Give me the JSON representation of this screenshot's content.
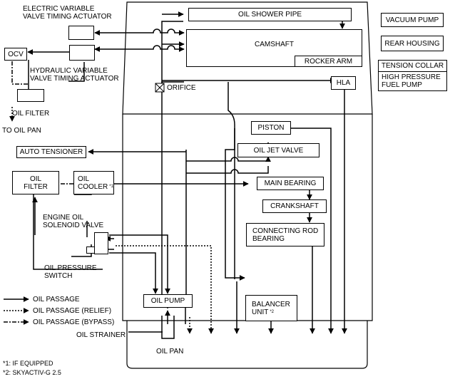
{
  "boxes": {
    "oil_shower_pipe": "OIL SHOWER PIPE",
    "camshaft": "CAMSHAFT",
    "rocker_arm": "ROCKER ARM",
    "ocv": "OCV",
    "hla": "HLA",
    "vacuum_pump": "VACUUM PUMP",
    "rear_housing": "REAR HOUSING",
    "tension_collar": "TENSION COLLAR",
    "high_pressure_fuel_pump_1": "HIGH PRESSURE",
    "high_pressure_fuel_pump_2": "FUEL PUMP",
    "piston": "PISTON",
    "auto_tensioner": "AUTO TENSIONER",
    "oil_jet_valve": "OIL JET VALVE",
    "oil_filter_1": "OIL",
    "oil_filter_2": "FILTER",
    "oil_cooler_1": "OIL",
    "oil_cooler_2": "COOLER",
    "oil_cooler_note": "*1",
    "main_bearing": "MAIN BEARING",
    "crankshaft": "CRANKSHAFT",
    "connecting_rod_1": "CONNECTING ROD",
    "connecting_rod_2": "BEARING",
    "oil_pump": "OIL PUMP",
    "balancer_1": "BALANCER",
    "balancer_2": "UNIT",
    "balancer_note": "*2"
  },
  "labels": {
    "evvt_1": "ELECTRIC VARIABLE",
    "evvt_2": "VALVE TIMING ACTUATOR",
    "hvvt_1": "HYDRAULIC VARIABLE",
    "hvvt_2": "VALVE TIMING ACTUATOR",
    "orifice": "ORIFICE",
    "oil_filter_top": "OIL FILTER",
    "to_oil_pan": "TO OIL PAN",
    "solenoid_1": "ENGINE OIL",
    "solenoid_2": "SOLENOID VALVE",
    "pressure_switch_1": "OIL PRESSURE",
    "pressure_switch_2": "SWITCH",
    "oil_strainer": "OIL STRAINER",
    "oil_pan": "OIL PAN"
  },
  "legend": [
    {
      "style": "solid",
      "label": "OIL PASSAGE"
    },
    {
      "style": "dotted",
      "label": "OIL PASSAGE (RELIEF)"
    },
    {
      "style": "dashdot",
      "label": "OIL PASSAGE (BYPASS)"
    }
  ],
  "footnotes": {
    "note1": "*1: IF EQUIPPED",
    "note2": "*2: SKYACTIV-G 2.5"
  }
}
